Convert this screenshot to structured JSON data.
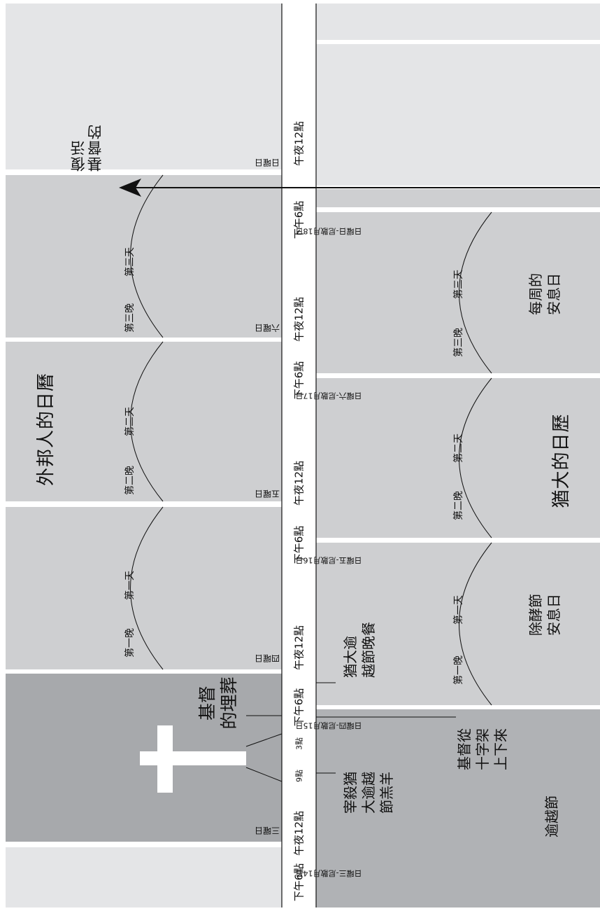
{
  "colors": {
    "background": "#ffffff",
    "outer_band": "#e4e5e7",
    "day_band": "#cecfd1",
    "burial_band": "#a7a9ac",
    "jewish_late_band": "#b0b2b5",
    "line": "#111111",
    "cross": "#ffffff"
  },
  "timeline": {
    "times": [
      "午夜12點",
      "下午6點",
      "午夜12點",
      "下午6點",
      "午夜12點",
      "下午6點",
      "午夜12點",
      "下午6點",
      "3點",
      "9點",
      "午夜12點",
      "下午6點"
    ]
  },
  "gentile": {
    "title": "外邦人的日曆",
    "day_names": [
      "日曜日",
      "六曜日",
      "五曜日",
      "四曜日",
      "三曜日"
    ],
    "evening_labels": [
      "第三晚",
      "第二晚",
      "第一晚"
    ],
    "day_labels": [
      "第三天",
      "第二天",
      "第一天"
    ],
    "resurrection": "基督的\n復活",
    "burial": "基督\n的埋葬"
  },
  "jewish": {
    "title": "猶大的日歷",
    "dates": [
      "日曜日-尼散月18日",
      "日曜六-尼散月17日",
      "日曜五-尼散月16日",
      "日曜四-尼散月15日",
      "日曜三-尼散月14日"
    ],
    "evening_labels": [
      "第三晚",
      "第二晚",
      "第一晚"
    ],
    "day_labels": [
      "第三天",
      "第二天",
      "第一天"
    ],
    "sabbath_weekly": "每周的\n安息日",
    "sabbath_unleavened": "除酵節\n安息日",
    "passover_supper": "猶大逾\n越節晚餐",
    "lamb_slaughter": "宰殺猶\n大逾越\n節羔羊",
    "taken_down": "基督從\n十字架\n上下來",
    "passover": "逾越節"
  }
}
